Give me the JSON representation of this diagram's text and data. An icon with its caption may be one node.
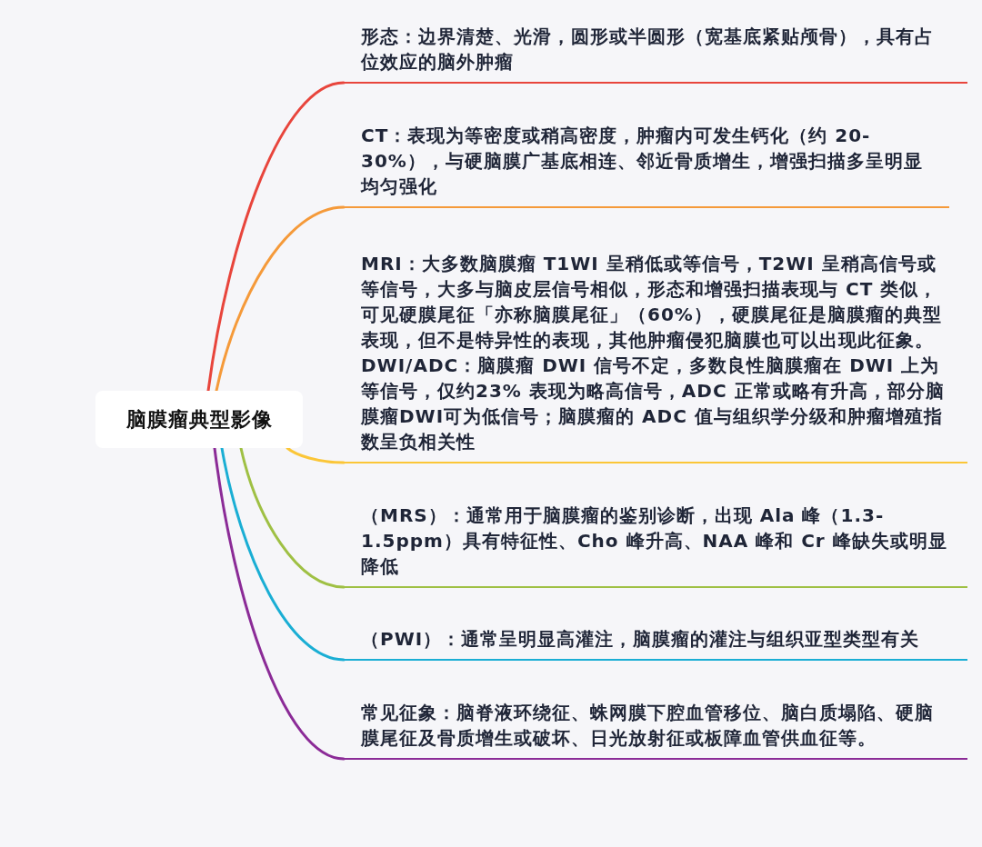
{
  "diagram": {
    "nodes": [
      {
        "text": [
          "脑膜瘤典型影像"
        ]
      },
      {
        "text": [
          "形态：边界清楚、光滑，圆形或半圆形（宽基底紧贴颅骨），具有占位效应的脑外肿瘤"
        ]
      },
      {
        "text": [
          "CT：表现为等密度或稍高密度，肿瘤内可发生钙化（约 20-30%），与硬脑膜广基底相连、邻近骨质增生，增强扫描多呈明显均匀强化"
        ]
      },
      {
        "text": [
          "MRI：大多数脑膜瘤 T1WI 呈稍低或等信号，T2WI 呈稍高信号或等信号，大多与脑皮层信号相似，形态和增强扫描表现与 CT 类似，可见硬膜尾征「亦称脑膜尾征」（60%），硬膜尾征是脑膜瘤的典型表现，但不是特异性的表现，其他肿瘤侵犯脑膜也可以出现此征象。",
          "DWI/ADC：脑膜瘤 DWI 信号不定，多数良性脑膜瘤在 DWI 上为等信号，仅约23% 表现为略高信号，ADC 正常或略有升高，部分脑膜瘤DWI可为低信号；脑膜瘤的 ADC 值与组织学分级和肿瘤增殖指数呈负相关性"
        ]
      },
      {
        "text": [
          "（MRS）：通常用于脑膜瘤的鉴别诊断，出现 Ala 峰（1.3-1.5ppm）具有特征性、Cho 峰升高、NAA 峰和 Cr 峰缺失或明显降低"
        ]
      },
      {
        "text": [
          "（PWI）：通常呈明显高灌注，脑膜瘤的灌注与组织亚型类型有关"
        ]
      },
      {
        "text": [
          "常见征象：脑脊液环绕征、蛛网膜下腔血管移位、脑白质塌陷、硬脑膜尾征及骨质增生或破坏、日光放射征或板障血管供血征等。"
        ]
      }
    ],
    "edges": [
      {
        "from": 0,
        "to": 1,
        "arrow": "none",
        "color": "#e8453c"
      },
      {
        "from": 0,
        "to": 2,
        "arrow": "none",
        "color": "#f59a3a"
      },
      {
        "from": 0,
        "to": 3,
        "arrow": "none",
        "color": "#fbc638"
      },
      {
        "from": 0,
        "to": 4,
        "arrow": "none",
        "color": "#9fc044"
      },
      {
        "from": 0,
        "to": 5,
        "arrow": "none",
        "color": "#1aaed4"
      },
      {
        "from": 0,
        "to": 6,
        "arrow": "none",
        "color": "#8b2b97"
      }
    ]
  }
}
